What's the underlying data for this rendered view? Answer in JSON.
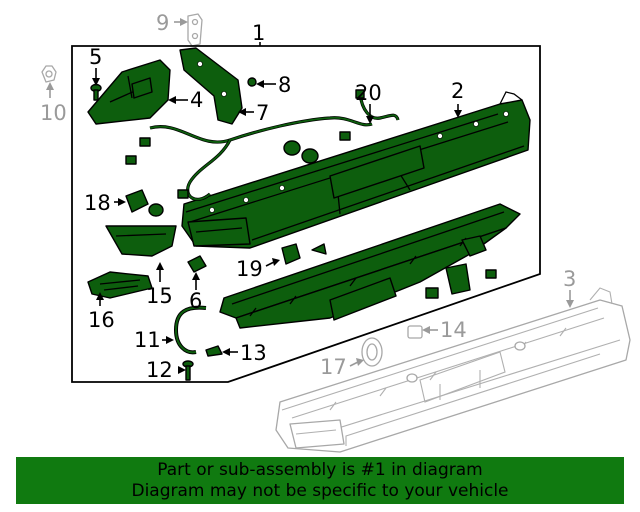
{
  "diagram": {
    "callouts": [
      {
        "id": "1",
        "label": "1",
        "active": true
      },
      {
        "id": "2",
        "label": "2",
        "active": true
      },
      {
        "id": "3",
        "label": "3",
        "active": false
      },
      {
        "id": "4",
        "label": "4",
        "active": true
      },
      {
        "id": "5",
        "label": "5",
        "active": true
      },
      {
        "id": "6",
        "label": "6",
        "active": true
      },
      {
        "id": "7",
        "label": "7",
        "active": true
      },
      {
        "id": "8",
        "label": "8",
        "active": true
      },
      {
        "id": "9",
        "label": "9",
        "active": false
      },
      {
        "id": "10",
        "label": "10",
        "active": false
      },
      {
        "id": "11",
        "label": "11",
        "active": true
      },
      {
        "id": "12",
        "label": "12",
        "active": true
      },
      {
        "id": "13",
        "label": "13",
        "active": true
      },
      {
        "id": "14",
        "label": "14",
        "active": false
      },
      {
        "id": "15",
        "label": "15",
        "active": true
      },
      {
        "id": "16",
        "label": "16",
        "active": true
      },
      {
        "id": "17",
        "label": "17",
        "active": false
      },
      {
        "id": "18",
        "label": "18",
        "active": true
      },
      {
        "id": "19",
        "label": "19",
        "active": true
      },
      {
        "id": "20",
        "label": "20",
        "active": true
      }
    ],
    "colors": {
      "highlight": "#0d5e0d",
      "ghost": "#9a9a9a",
      "banner": "#107a10"
    }
  },
  "banner": {
    "line1": "Part or sub-assembly is #1 in diagram",
    "line2": "Diagram may not be specific to your vehicle"
  }
}
